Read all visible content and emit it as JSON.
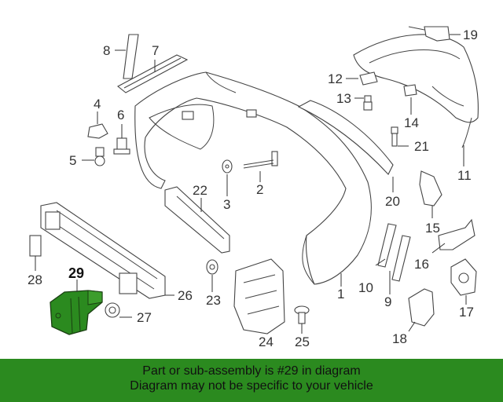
{
  "diagram": {
    "highlight_color": "#2b8a1f",
    "callouts": {
      "c1": "1",
      "c2": "2",
      "c3": "3",
      "c4": "4",
      "c5": "5",
      "c6": "6",
      "c7": "7",
      "c8": "8",
      "c9": "9",
      "c10": "10",
      "c11": "11",
      "c12": "12",
      "c13": "13",
      "c14": "14",
      "c15": "15",
      "c16": "16",
      "c17": "17",
      "c18": "18",
      "c19": "19",
      "c20": "20",
      "c21": "21",
      "c22": "22",
      "c23": "23",
      "c24": "24",
      "c25": "25",
      "c26": "26",
      "c27": "27",
      "c28": "28",
      "c29": "29"
    }
  },
  "banner": {
    "line1": "Part or sub-assembly is #29 in diagram",
    "line2": "Diagram may not be specific to your vehicle"
  }
}
